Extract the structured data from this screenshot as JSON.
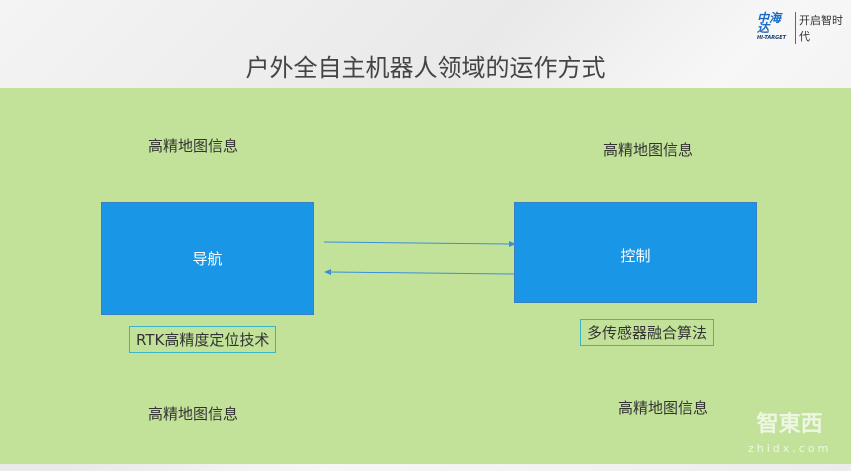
{
  "logo": {
    "brand": "中海达",
    "brand_sub": "HI-TARGET",
    "slogan": "开启智时代"
  },
  "title": "户外全自主机器人领域的运作方式",
  "labels": {
    "top_left": "高精地图信息",
    "top_right": "高精地图信息",
    "bottom_left": "高精地图信息",
    "bottom_right": "高精地图信息"
  },
  "boxes": {
    "navigation": "导航",
    "control": "控制"
  },
  "tags": {
    "rtk": "RTK高精度定位技术",
    "fusion": "多传感器融合算法"
  },
  "watermark": {
    "text": "智東西",
    "url": "zhidx.com"
  },
  "colors": {
    "green": "#c2e29a",
    "box": "#1a96e6"
  }
}
